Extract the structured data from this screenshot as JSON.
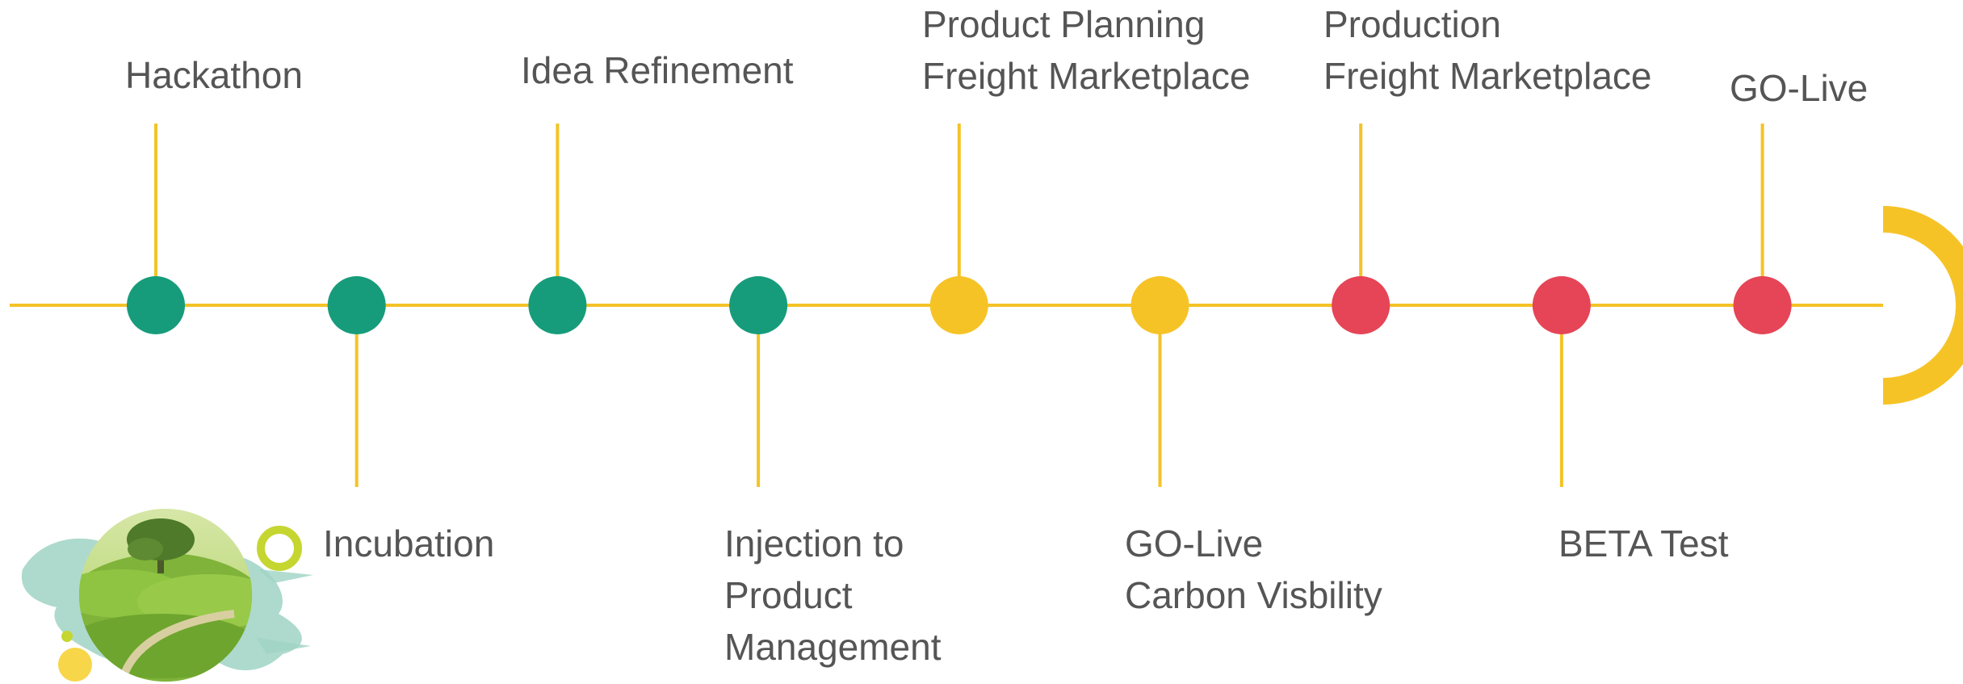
{
  "timeline": {
    "colors": {
      "axis": "#F4C326",
      "green": "#179C7B",
      "yellow": "#F6C327",
      "red": "#E54556",
      "text": "#555555",
      "end_cap": "#F6C327"
    },
    "milestones": [
      {
        "id": "hackathon",
        "label_lines": [
          "Hackathon"
        ],
        "position": "above",
        "color": "green"
      },
      {
        "id": "incubation",
        "label_lines": [
          "Incubation"
        ],
        "position": "below",
        "color": "green"
      },
      {
        "id": "idea-refinement",
        "label_lines": [
          "Idea Refinement"
        ],
        "position": "above",
        "color": "green"
      },
      {
        "id": "injection",
        "label_lines": [
          "Injection to",
          "Product",
          "Management"
        ],
        "position": "below",
        "color": "green"
      },
      {
        "id": "product-planning",
        "label_lines": [
          "Product Planning",
          "Freight Marketplace"
        ],
        "position": "above",
        "color": "yellow"
      },
      {
        "id": "golive-carbon",
        "label_lines": [
          "GO-Live",
          "Carbon Visbility"
        ],
        "position": "below",
        "color": "yellow"
      },
      {
        "id": "production",
        "label_lines": [
          "Production",
          "Freight Marketplace"
        ],
        "position": "above",
        "color": "red"
      },
      {
        "id": "beta-test",
        "label_lines": [
          "BETA Test"
        ],
        "position": "below",
        "color": "red"
      },
      {
        "id": "golive",
        "label_lines": [
          "GO-Live"
        ],
        "position": "above",
        "color": "red"
      }
    ]
  },
  "decoration": {
    "image_icon": "tea-plantation-photo",
    "ring_color": "#C5D630",
    "dot_color": "#F7D64A",
    "splash_color": "#9FD3C4"
  }
}
